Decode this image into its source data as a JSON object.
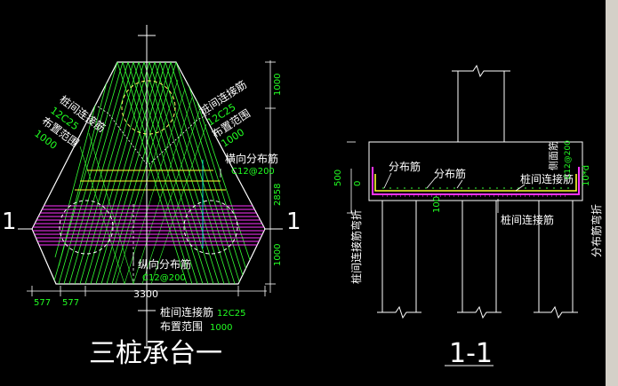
{
  "drawing": {
    "left_title": "三桩承台一",
    "right_title": "1-1",
    "section_mark": "1",
    "labels": {
      "pile_conn_left": "桩间连接筋",
      "pile_conn_left_spec": "12C25",
      "pile_conn_left_range_label": "布置范围",
      "pile_conn_left_range_value": "1000",
      "pile_conn_right": "桩间连接筋",
      "pile_conn_right_spec": "12C25",
      "pile_conn_right_range_label": "布置范围",
      "pile_conn_right_range_value": "1000",
      "transverse_dist": "横向分布筋",
      "transverse_dist_spec": "C12@200",
      "longitudinal_dist": "纵向分布筋",
      "longitudinal_dist_spec": "C12@200",
      "bottom_conn": "桩间连接筋",
      "bottom_conn_spec": "12C25",
      "bottom_range_label": "布置范围",
      "bottom_range_value": "1000"
    },
    "dims_left": {
      "top": "1000",
      "middle": "2858",
      "bottom": "1000",
      "width": "3300",
      "seg_a": "577",
      "seg_b": "577"
    },
    "section": {
      "dist1": "分布筋",
      "dist2": "分布筋",
      "side_face": "侧面筋",
      "side_face_spec": "C12@200",
      "pile_conn_top": "桩间连接筋",
      "pile_conn_bottom": "桩间连接筋",
      "bend_left": "桩间连接筋弯折",
      "bend_right": "分布筋弯折",
      "bend_right_value": "10*d",
      "dim_500": "500",
      "dim_0": "0",
      "dim_100": "100"
    }
  }
}
